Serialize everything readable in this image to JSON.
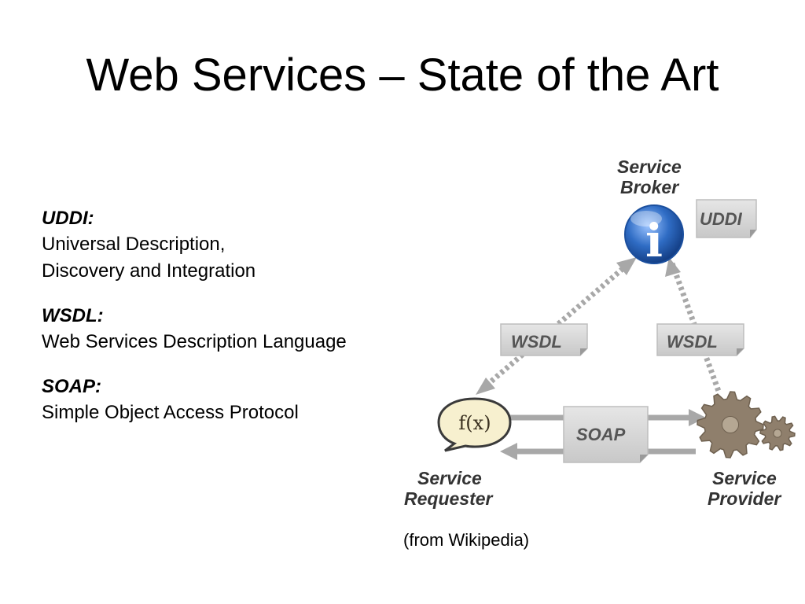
{
  "slide": {
    "title": "Web Services – State of the Art",
    "credit": "(from Wikipedia)"
  },
  "definitions": [
    {
      "term": "UDDI:",
      "lines": [
        "Universal Description,",
        "Discovery and Integration"
      ]
    },
    {
      "term": "WSDL:",
      "lines": [
        "Web Services Description Language"
      ]
    },
    {
      "term": "SOAP:",
      "lines": [
        "Simple Object Access Protocol"
      ]
    }
  ],
  "diagram": {
    "broker": {
      "line1": "Service",
      "line2": "Broker"
    },
    "requester": {
      "line1": "Service",
      "line2": "Requester"
    },
    "provider": {
      "line1": "Service",
      "line2": "Provider"
    },
    "docs": {
      "uddi": "UDDI",
      "wsdl_left": "WSDL",
      "wsdl_right": "WSDL",
      "soap": "SOAP"
    },
    "icons": {
      "broker": "info-icon",
      "requester": "function-speech-bubble-icon",
      "provider": "gears-icon"
    },
    "function_label": "f(x)",
    "info_glyph": "i",
    "colors": {
      "arrow": "#a8a8a8",
      "doc_fill": "#d6d6d6",
      "broker_blue": "#2f6cc4",
      "gear": "#8f7f6c"
    }
  }
}
